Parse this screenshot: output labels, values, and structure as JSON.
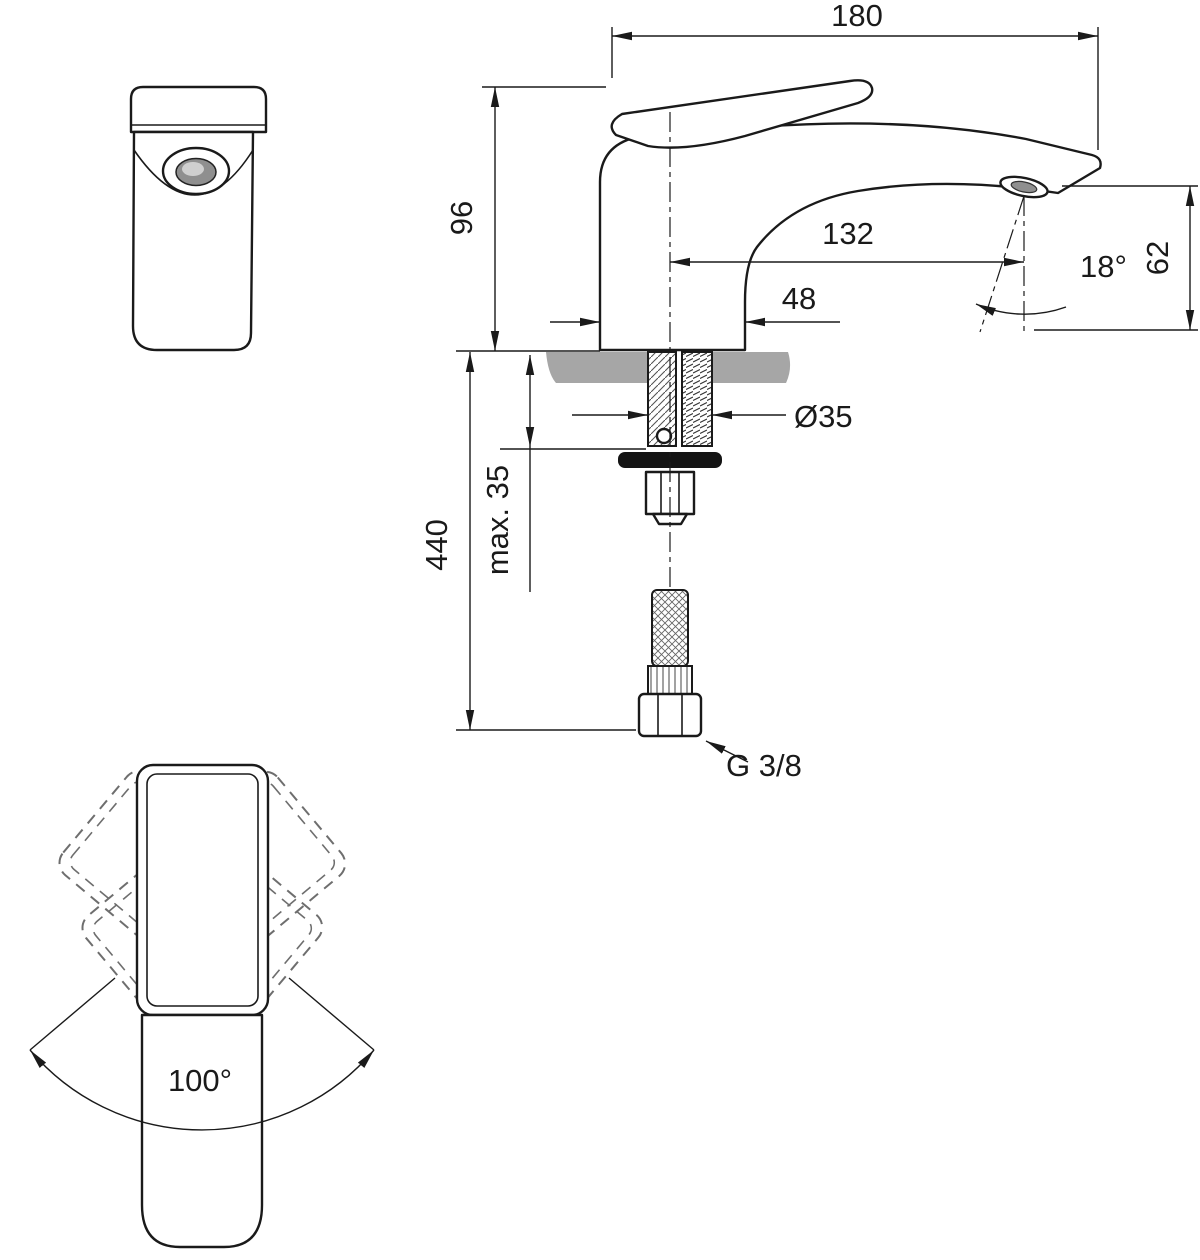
{
  "dimension_labels": {
    "total_width": "180",
    "spout_height": "96",
    "spout_reach": "132",
    "base_depth": "48",
    "outlet_height": "62",
    "outlet_angle": "18°",
    "hole_diameter": "Ø35",
    "max_deck_thickness": "max. 35",
    "hose_length": "440",
    "connection_thread": "G 3/8",
    "handle_swivel_angle": "100°"
  },
  "colors": {
    "line": "#1a1a1a",
    "deck_gray": "#a6a6a6",
    "washer_black": "#141414",
    "aerator_gray": "#8f8f8f"
  }
}
